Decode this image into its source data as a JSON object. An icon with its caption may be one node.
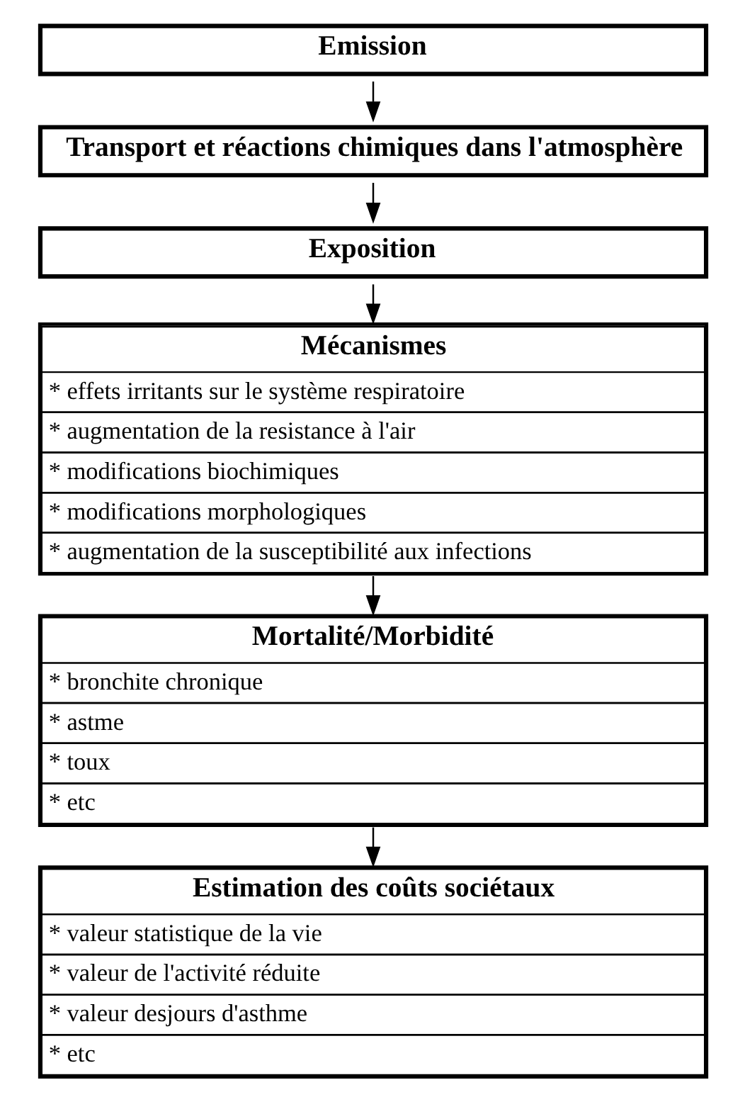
{
  "diagram": {
    "nodes": [
      {
        "text": [
          "Emission"
        ]
      },
      {
        "text": [
          "Transport et réactions chimiques dans l'atmosphère"
        ]
      },
      {
        "text": [
          "Exposition"
        ]
      },
      {
        "text": [
          "Mécanismes",
          "* effets irritants sur le système respiratoire",
          "* augmentation de la resistance à l'air",
          "* modifications biochimiques",
          "* modifications morphologiques",
          "* augmentation de la susceptibilité aux infections"
        ]
      },
      {
        "text": [
          "Mortalité/Morbidité",
          "* bronchite chronique",
          "* astme",
          "* toux",
          "* etc"
        ]
      },
      {
        "text": [
          "Estimation des coûts sociétaux",
          "* valeur statistique de la vie",
          "* valeur de l'activité réduite",
          "* valeur desjours d'asthme",
          "* etc"
        ]
      }
    ],
    "edges": [
      {
        "from": 0,
        "to": 1,
        "arrow": "to"
      },
      {
        "from": 1,
        "to": 2,
        "arrow": "to"
      },
      {
        "from": 2,
        "to": 3,
        "arrow": "to"
      },
      {
        "from": 3,
        "to": 4,
        "arrow": "to"
      },
      {
        "from": 4,
        "to": 5,
        "arrow": "to"
      }
    ]
  }
}
